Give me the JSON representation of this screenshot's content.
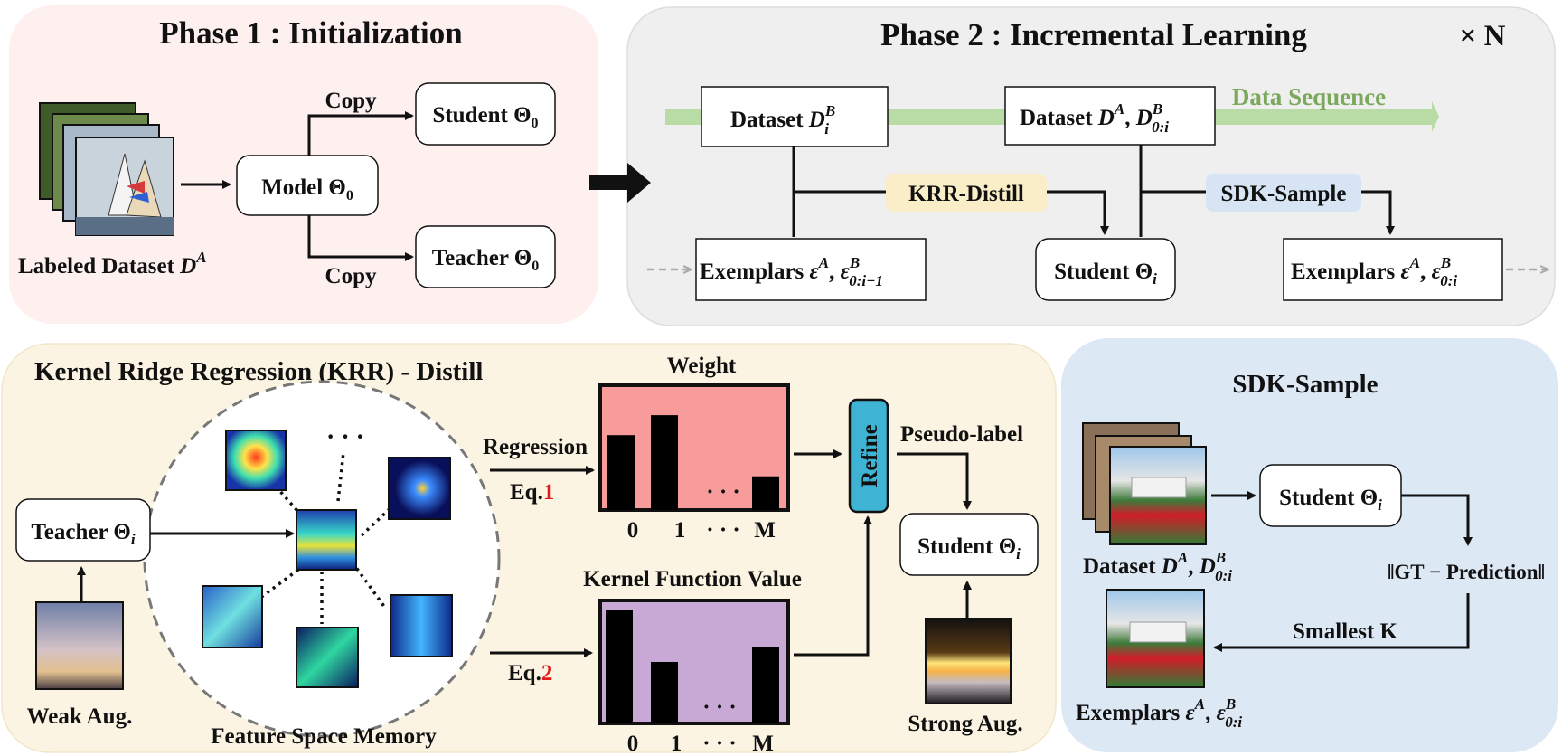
{
  "phase1": {
    "title": "Phase 1 : Initialization",
    "dataset_label": "Labeled Dataset ",
    "dataset_symbol": "D",
    "dataset_sup": "A",
    "model_label": "Model ",
    "theta": "Θ",
    "sub_zero": "0",
    "student_label": "Student ",
    "teacher_label": "Teacher ",
    "copy_top": "Copy",
    "copy_bottom": "Copy"
  },
  "phase2": {
    "title": "Phase 2 : Incremental Learning",
    "repeat": "× N",
    "data_sequence": "Data Sequence",
    "dataset_prefix": "Dataset ",
    "d": "D",
    "sup_a": "A",
    "sup_b": "B",
    "sub_i": "i",
    "sub_0i": "0:i",
    "sub_0i1": "0:i−1",
    "comma": ", ",
    "krr_distill": "KRR-Distill",
    "sdk_sample": "SDK-Sample",
    "exemplars_prefix": "Exemplars ",
    "eps": "ε",
    "student_label": "Student ",
    "theta": "Θ"
  },
  "krr": {
    "title": "Kernel Ridge Regression (KRR) - Distill",
    "teacher_label": "Teacher ",
    "theta": "Θ",
    "sub_i": "i",
    "weak_aug": "Weak Aug.",
    "memory_label": "Feature Space Memory",
    "dots": "· · ·",
    "regression": "Regression",
    "eq1_prefix": "Eq.",
    "eq1_num": "1",
    "eq2_prefix": "Eq.",
    "eq2_num": "2",
    "weight_title": "Weight",
    "kernel_title": "Kernel Function Value",
    "tick_0": "0",
    "tick_1": "1",
    "tick_dots": "· · ·",
    "tick_m": "M",
    "refine": "Refine",
    "pseudo_label": "Pseudo-label",
    "student_label": "Student ",
    "strong_aug": "Strong Aug."
  },
  "sdk": {
    "title": "SDK-Sample",
    "student_label": "Student ",
    "theta": "Θ",
    "sub_i": "i",
    "dataset_prefix": "Dataset ",
    "d": "D",
    "sup_a": "A",
    "sup_b": "B",
    "sub_0i": "0:i",
    "comma": ", ",
    "gt_prediction": "‖GT − Prediction‖",
    "smallest_k": "Smallest K",
    "exemplars_prefix": "Exemplars  ",
    "eps": "ε"
  },
  "colors": {
    "phase1_bg": "#fdf0ef",
    "phase2_bg": "#efefef",
    "krr_bg": "#fcf4e2",
    "sdk_bg": "#dde8f5",
    "data_sequence": "#7ca85c",
    "arrow_green": "#b9dba6",
    "krr_tag": "#faeec8",
    "sdk_tag": "#d6e4f4",
    "weight_fill": "#f79b9b",
    "kernel_fill": "#c8a9d6",
    "refine_fill": "#3fb3d3",
    "eq_red": "#e01b1b"
  },
  "chart_data": [
    {
      "type": "bar",
      "title": "Weight",
      "categories": [
        "0",
        "1",
        "· · ·",
        "M"
      ],
      "values": [
        0.6,
        0.76,
        null,
        0.27
      ],
      "ylim": [
        0,
        1
      ]
    },
    {
      "type": "bar",
      "title": "Kernel Function Value",
      "categories": [
        "0",
        "1",
        "· · ·",
        "M"
      ],
      "values": [
        0.92,
        0.5,
        null,
        0.62
      ],
      "ylim": [
        0,
        1
      ]
    }
  ]
}
